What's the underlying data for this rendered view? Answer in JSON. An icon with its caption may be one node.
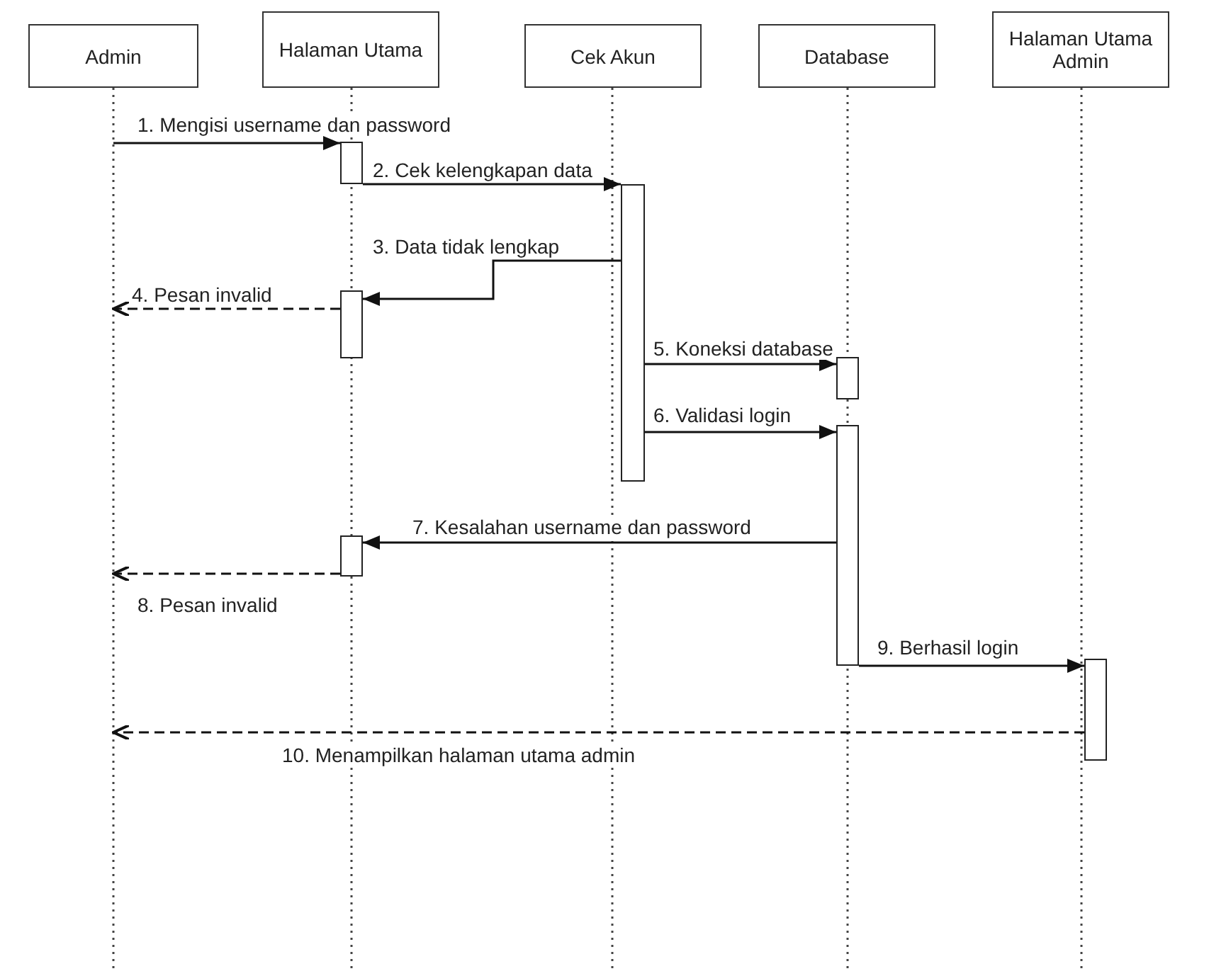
{
  "diagram": {
    "nodes": [
      {
        "text": [
          "Admin"
        ]
      },
      {
        "text": [
          "Halaman Utama"
        ]
      },
      {
        "text": [
          "Cek Akun"
        ]
      },
      {
        "text": [
          "Database"
        ]
      },
      {
        "text": [
          "Halaman Utama Admin"
        ]
      },
      {
        "text": [],
        "shape": "line"
      },
      {
        "text": [],
        "shape": "line"
      },
      {
        "text": [],
        "shape": "line"
      },
      {
        "text": [],
        "shape": "line"
      },
      {
        "text": [],
        "shape": "line"
      },
      {
        "text": [],
        "shape": "bar"
      },
      {
        "text": [],
        "shape": "bar"
      },
      {
        "text": [],
        "shape": "bar"
      },
      {
        "text": [],
        "shape": "bar"
      },
      {
        "text": [],
        "shape": "bar"
      },
      {
        "text": [],
        "shape": "bar"
      },
      {
        "text": [],
        "shape": "bar"
      }
    ],
    "edges": [
      {
        "from": 5,
        "to": 10,
        "arrow": "to",
        "label": "1. Mengisi username dan password"
      },
      {
        "from": 10,
        "to": 11,
        "arrow": "to",
        "label": "2. Cek kelengkapan data"
      },
      {
        "from": 11,
        "to": 12,
        "arrow": "to",
        "label": "3. Data tidak lengkap"
      },
      {
        "from": 12,
        "to": 5,
        "arrow": "to",
        "style": "dashed",
        "label": "4. Pesan invalid"
      },
      {
        "from": 11,
        "to": 13,
        "arrow": "to",
        "label": "5. Koneksi database"
      },
      {
        "from": 11,
        "to": 14,
        "arrow": "to",
        "label": "6. Validasi login"
      },
      {
        "from": 14,
        "to": 15,
        "arrow": "to",
        "label": "7. Kesalahan username dan password"
      },
      {
        "from": 15,
        "to": 5,
        "arrow": "to",
        "style": "dashed",
        "label": "8. Pesan invalid"
      },
      {
        "from": 14,
        "to": 16,
        "arrow": "to",
        "label": "9. Berhasil login"
      },
      {
        "from": 16,
        "to": 5,
        "arrow": "to",
        "style": "dashed",
        "label": "10. Menampilkan halaman utama admin"
      }
    ]
  }
}
